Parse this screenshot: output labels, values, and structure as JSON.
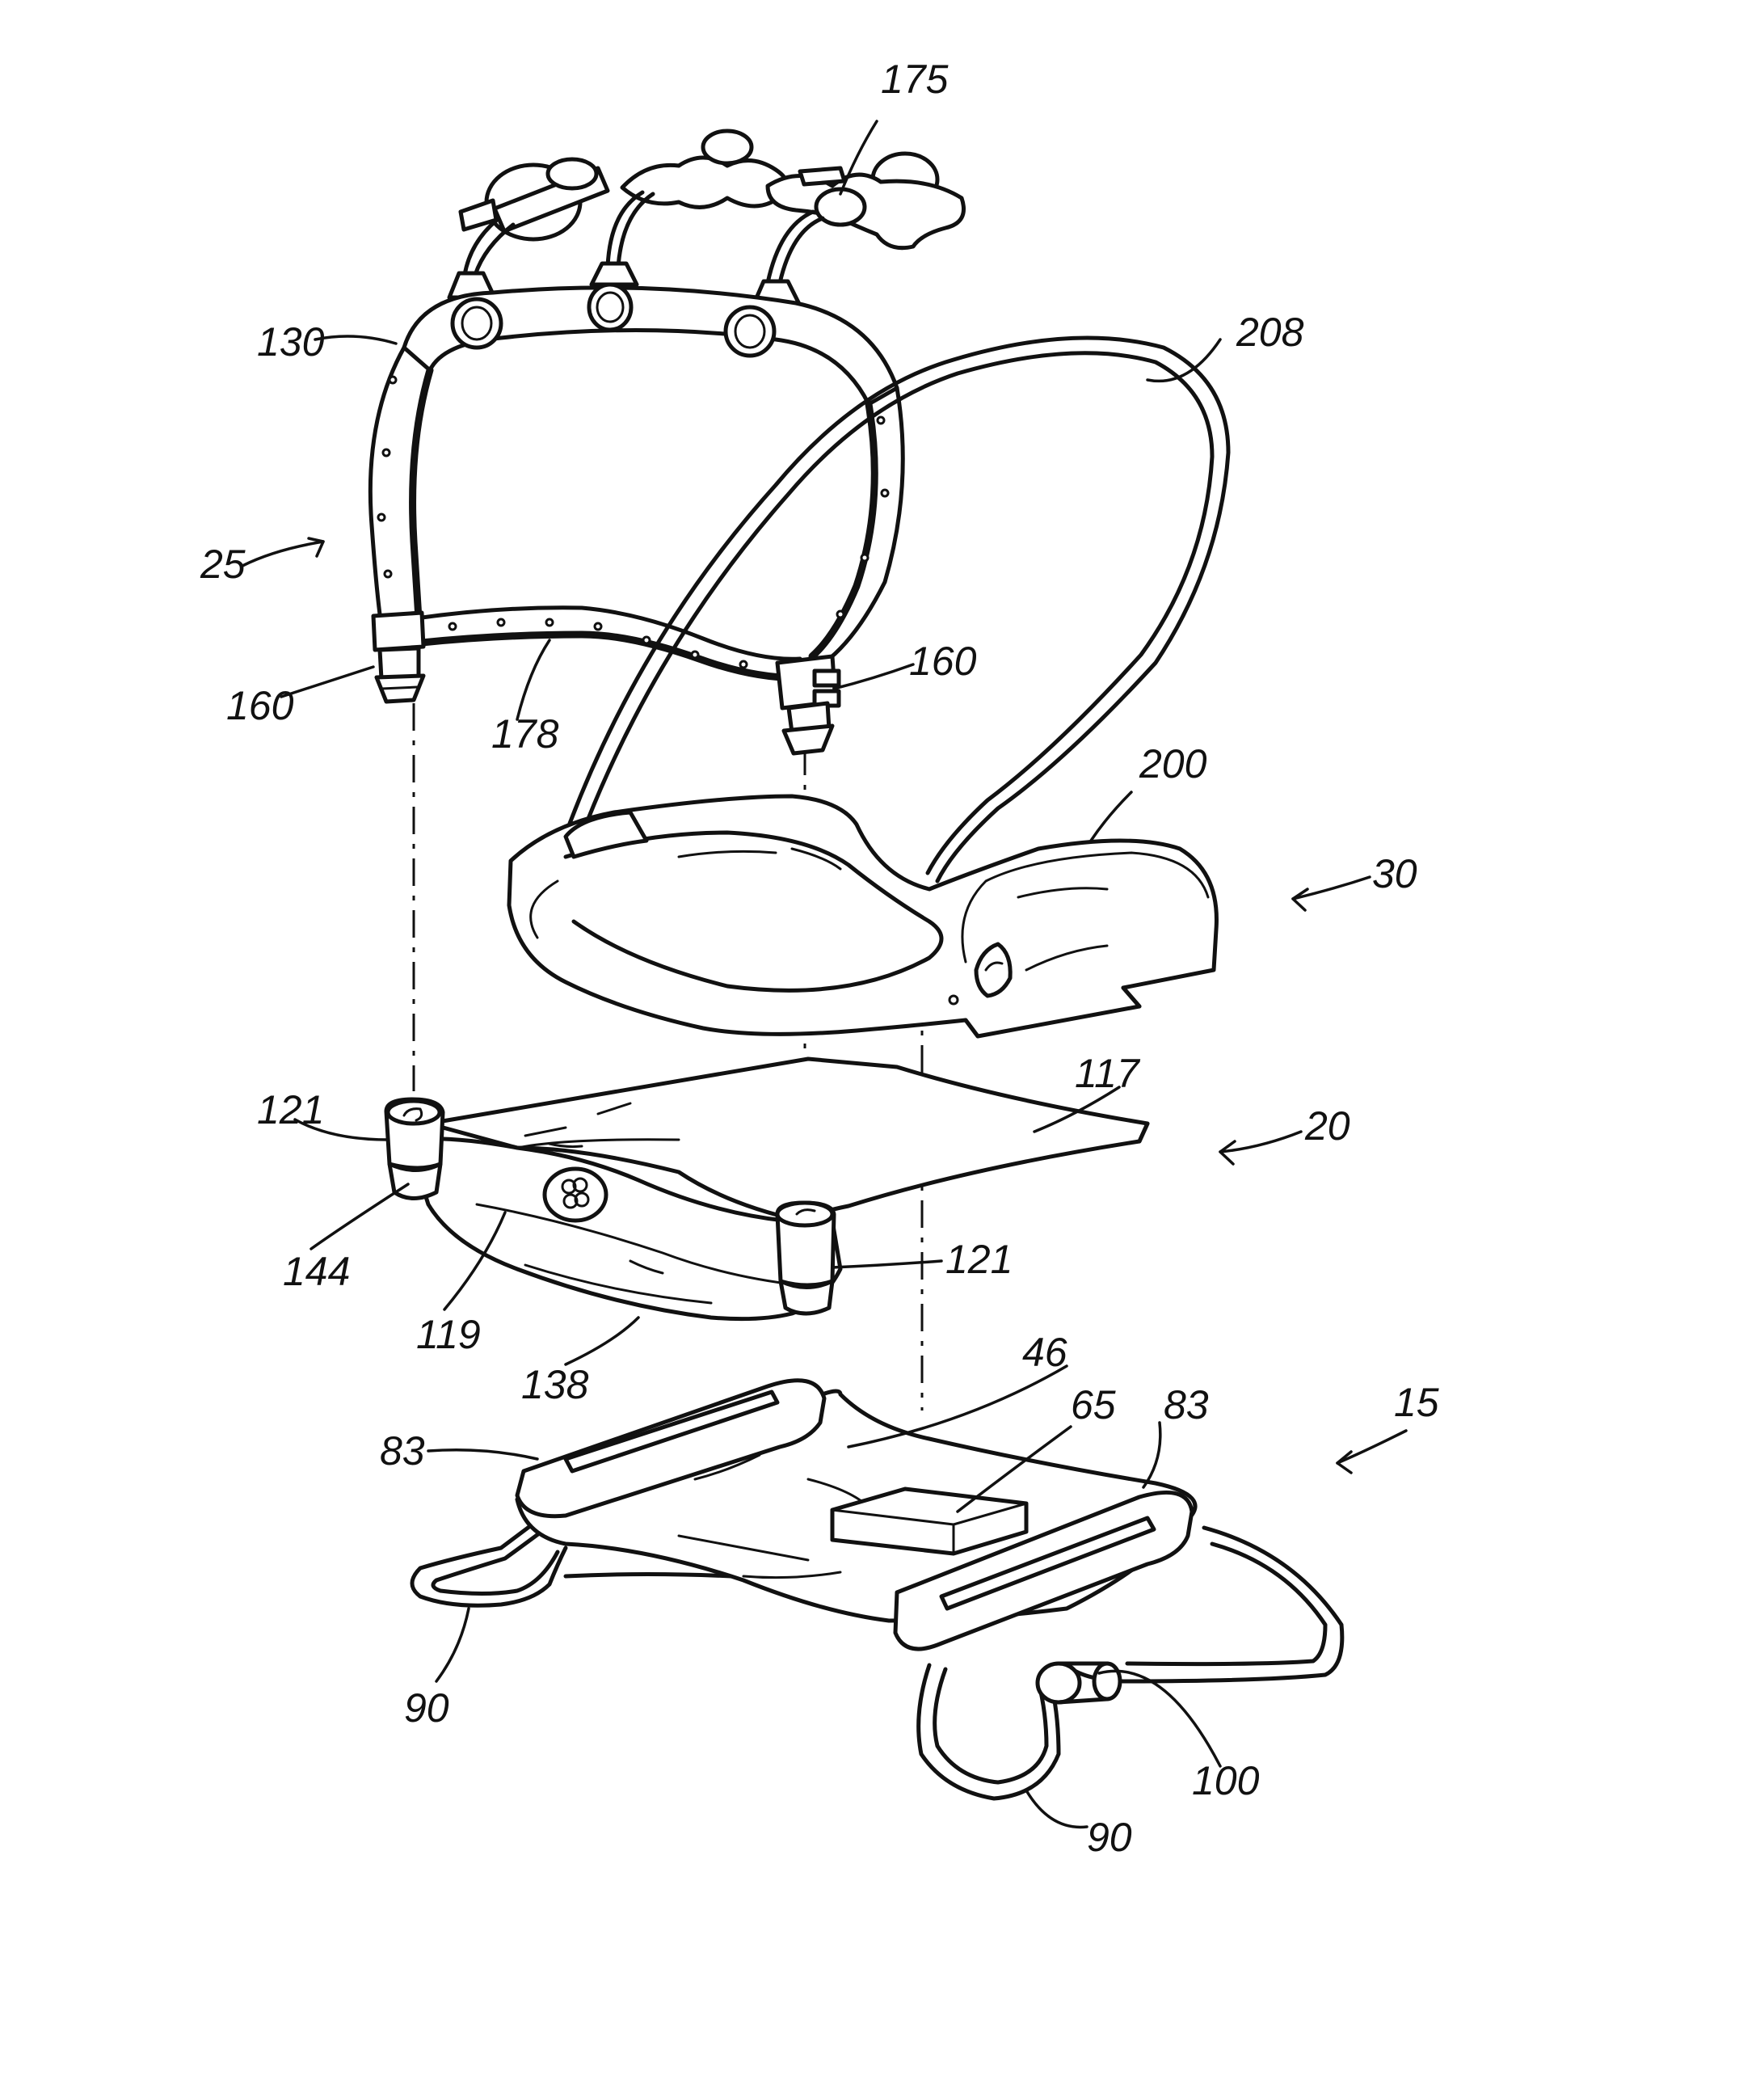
{
  "labels": {
    "r175": "175",
    "r208": "208",
    "r130": "130",
    "r25": "25",
    "r160a": "160",
    "r160b": "160",
    "r178": "178",
    "r200": "200",
    "r30": "30",
    "r121a": "121",
    "r117": "117",
    "r20": "20",
    "r144": "144",
    "r119": "119",
    "r121b": "121",
    "r138": "138",
    "r46": "46",
    "r65": "65",
    "r83a": "83",
    "r83b": "83",
    "r15": "15",
    "r90a": "90",
    "r100": "100",
    "r90b": "90"
  }
}
